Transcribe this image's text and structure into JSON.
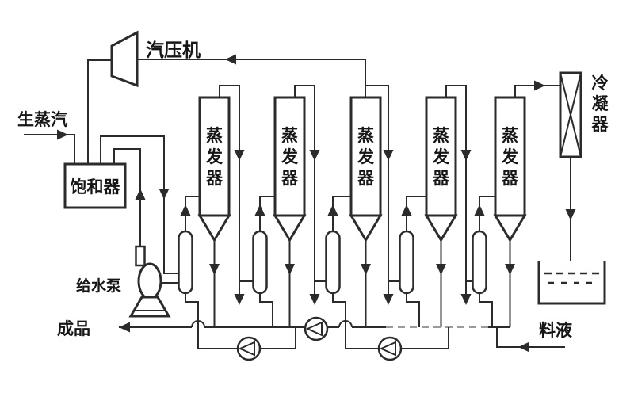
{
  "diagram": {
    "type": "process-flow-diagram",
    "subject": "five-effect falling-film evaporation system with vapor compressor",
    "equipment": {
      "compressor_label": "汽压机",
      "saturator_label": "饱和器",
      "feed_pump_label": "给水泵",
      "evaporator_label": "蒸发器",
      "evaporator_count": 5,
      "condenser_label": "冷凝器"
    },
    "streams": {
      "raw_steam_label": "生蒸汽",
      "product_label": "成品",
      "feed_liquid_label": "料液"
    },
    "colors": {
      "background": "#ffffff",
      "line": "#2b2b2b",
      "text": "#161616",
      "faded_line": "#9a9a9a"
    }
  }
}
